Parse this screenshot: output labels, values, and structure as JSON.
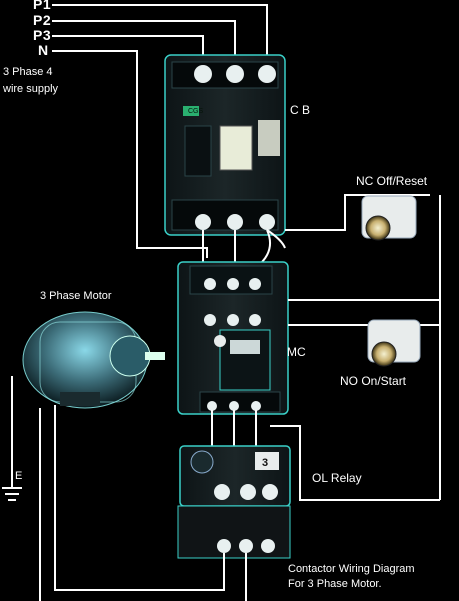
{
  "supply": {
    "lines": [
      "P1",
      "P2",
      "P3",
      "N"
    ],
    "label_line1": "3 Phase 4",
    "label_line2": "wire supply"
  },
  "breaker": {
    "label": "C B",
    "brand": "CGS"
  },
  "nc_button": {
    "label": "NC Off/Reset"
  },
  "no_button": {
    "label": "NO  On/Start"
  },
  "motor": {
    "label": "3 Phase Motor"
  },
  "contactor": {
    "label": "MC"
  },
  "overload": {
    "label": "OL Relay",
    "dial_value": "3"
  },
  "earth": {
    "label": "E"
  },
  "caption": {
    "line1": "Contactor Wiring Diagram",
    "line2": "For 3 Phase Motor."
  },
  "colors": {
    "wire": "#ffffff",
    "device_body": "#141c1e",
    "accent": "#3ad0c8",
    "background": "#000000"
  }
}
